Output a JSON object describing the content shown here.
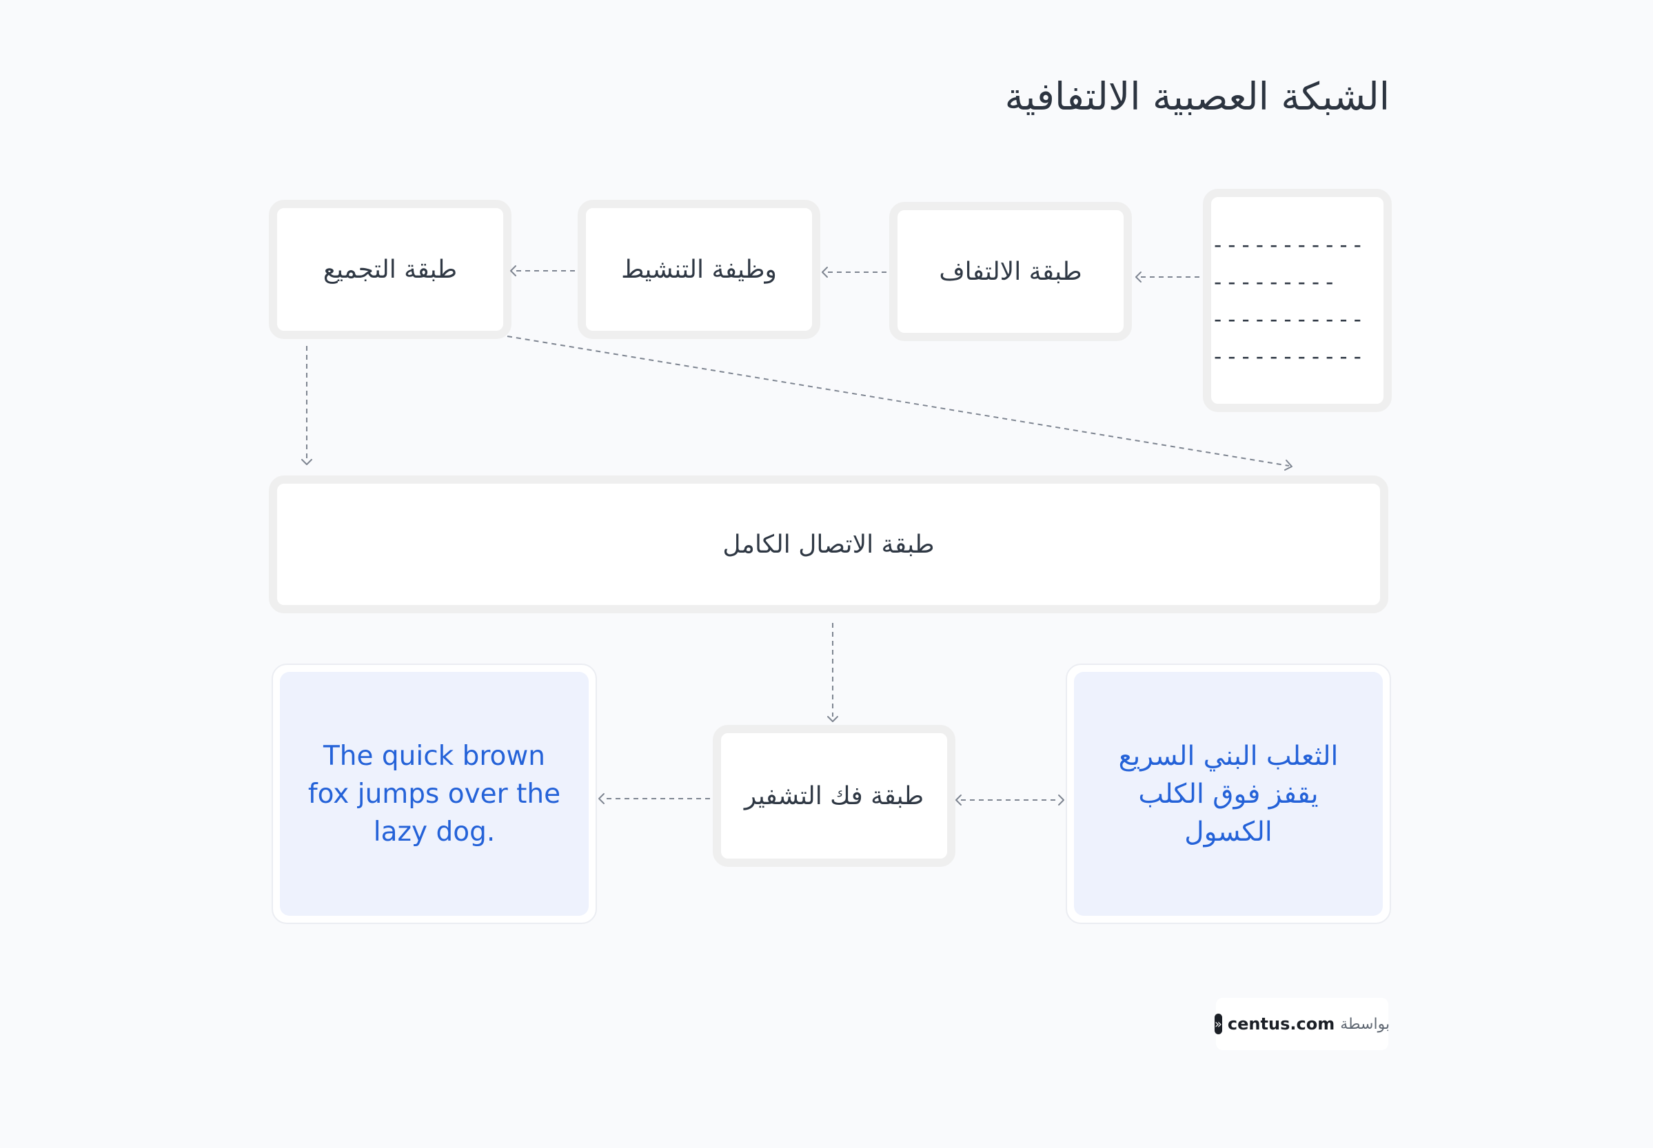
{
  "title": "الشبكة العصبية الالتفافية",
  "nodes": {
    "input_lines": [
      "-----------",
      "---------",
      "-----------",
      "-----------"
    ],
    "convolution": "طبقة الالتفاف",
    "activation": "وظيفة التنشيط",
    "pooling": "طبقة التجميع",
    "fully_connected": "طبقة الاتصال الكامل",
    "decoder": "طبقة فك التشفير",
    "output_en": "The quick brown fox jumps over the lazy dog.",
    "input_ar": "الثعلب البني السريع يقفز فوق الكلب الكسول"
  },
  "badge": {
    "brand": "centus.com",
    "by": "بواسطة"
  },
  "colors": {
    "background": "#f9fafc",
    "accent_text": "#2462d8",
    "accent_fill": "#eef2fd",
    "arrow": "#7d8490"
  }
}
